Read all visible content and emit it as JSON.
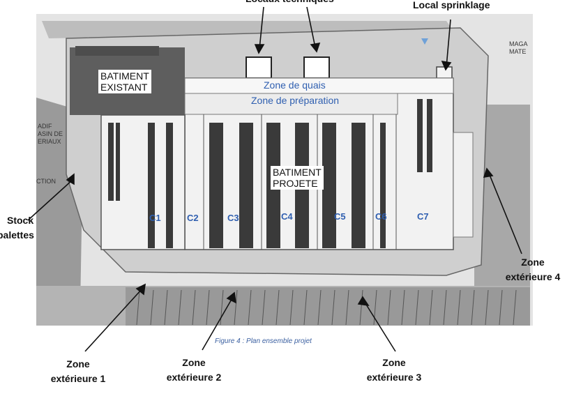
{
  "figure": {
    "caption": "Figure 4 : Plan ensemble projet"
  },
  "buildings": {
    "existing": [
      "BATIMENT",
      "EXISTANT"
    ],
    "project": [
      "BATIMENT",
      "PROJETE"
    ]
  },
  "zones": {
    "quais": "Zone de quais",
    "preparation": "Zone de préparation"
  },
  "cells": [
    "C1",
    "C2",
    "C3",
    "C4",
    "C5",
    "C6",
    "C7"
  ],
  "callouts": {
    "locaux_techniques": "Locaux techniques",
    "local_sprinklage": "Local sprinklage",
    "stock_palettes": [
      "Stock",
      "palettes"
    ],
    "zone_ext_1": [
      "Zone",
      "extérieure 1"
    ],
    "zone_ext_2": [
      "Zone",
      "extérieure 2"
    ],
    "zone_ext_3": [
      "Zone",
      "extérieure 3"
    ],
    "zone_ext_4": [
      "Zone",
      "extérieure 4"
    ]
  },
  "map_fragments": {
    "top_right": [
      "MAGA",
      "MATE"
    ],
    "left": [
      "ADIF",
      "ASIN DE",
      "ERIAUX"
    ],
    "left_bottom": "CTION"
  },
  "colors": {
    "ground": "#a9a9a9",
    "site": "#cfcfcf",
    "building": "#f2f2f2",
    "racks": "#3a3a3a",
    "existing_roof": "#5e5e5e",
    "label_blue": "#2f5fb0"
  }
}
